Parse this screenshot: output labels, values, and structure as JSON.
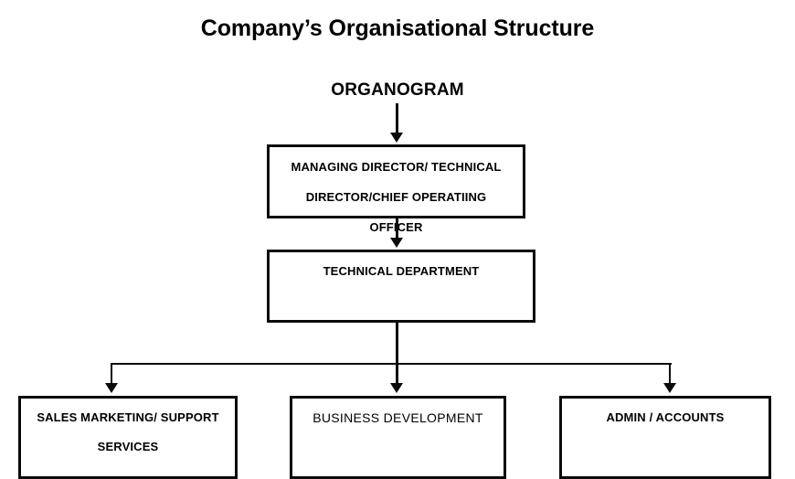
{
  "page": {
    "title": "Company’s Organisational Structure"
  },
  "chart": {
    "root_label": "ORGANOGRAM",
    "nodes": {
      "managing_director": {
        "line1": "MANAGING DIRECTOR/ TECHNICAL",
        "line2": "DIRECTOR/CHIEF OPERATIING",
        "line3": "OFFICER"
      },
      "technical_department": {
        "label": "TECHNICAL DEPARTMENT"
      },
      "sales_marketing": {
        "line1": "SALES MARKETING/ SUPPORT",
        "line2": "SERVICES"
      },
      "business_development": {
        "label": "BUSINESS DEVELOPMENT"
      },
      "admin_accounts": {
        "label": "ADMIN / ACCOUNTS"
      }
    },
    "colors": {
      "line": "#0b0b0b",
      "box_fill": "#ffffff",
      "text": "#000000"
    }
  }
}
